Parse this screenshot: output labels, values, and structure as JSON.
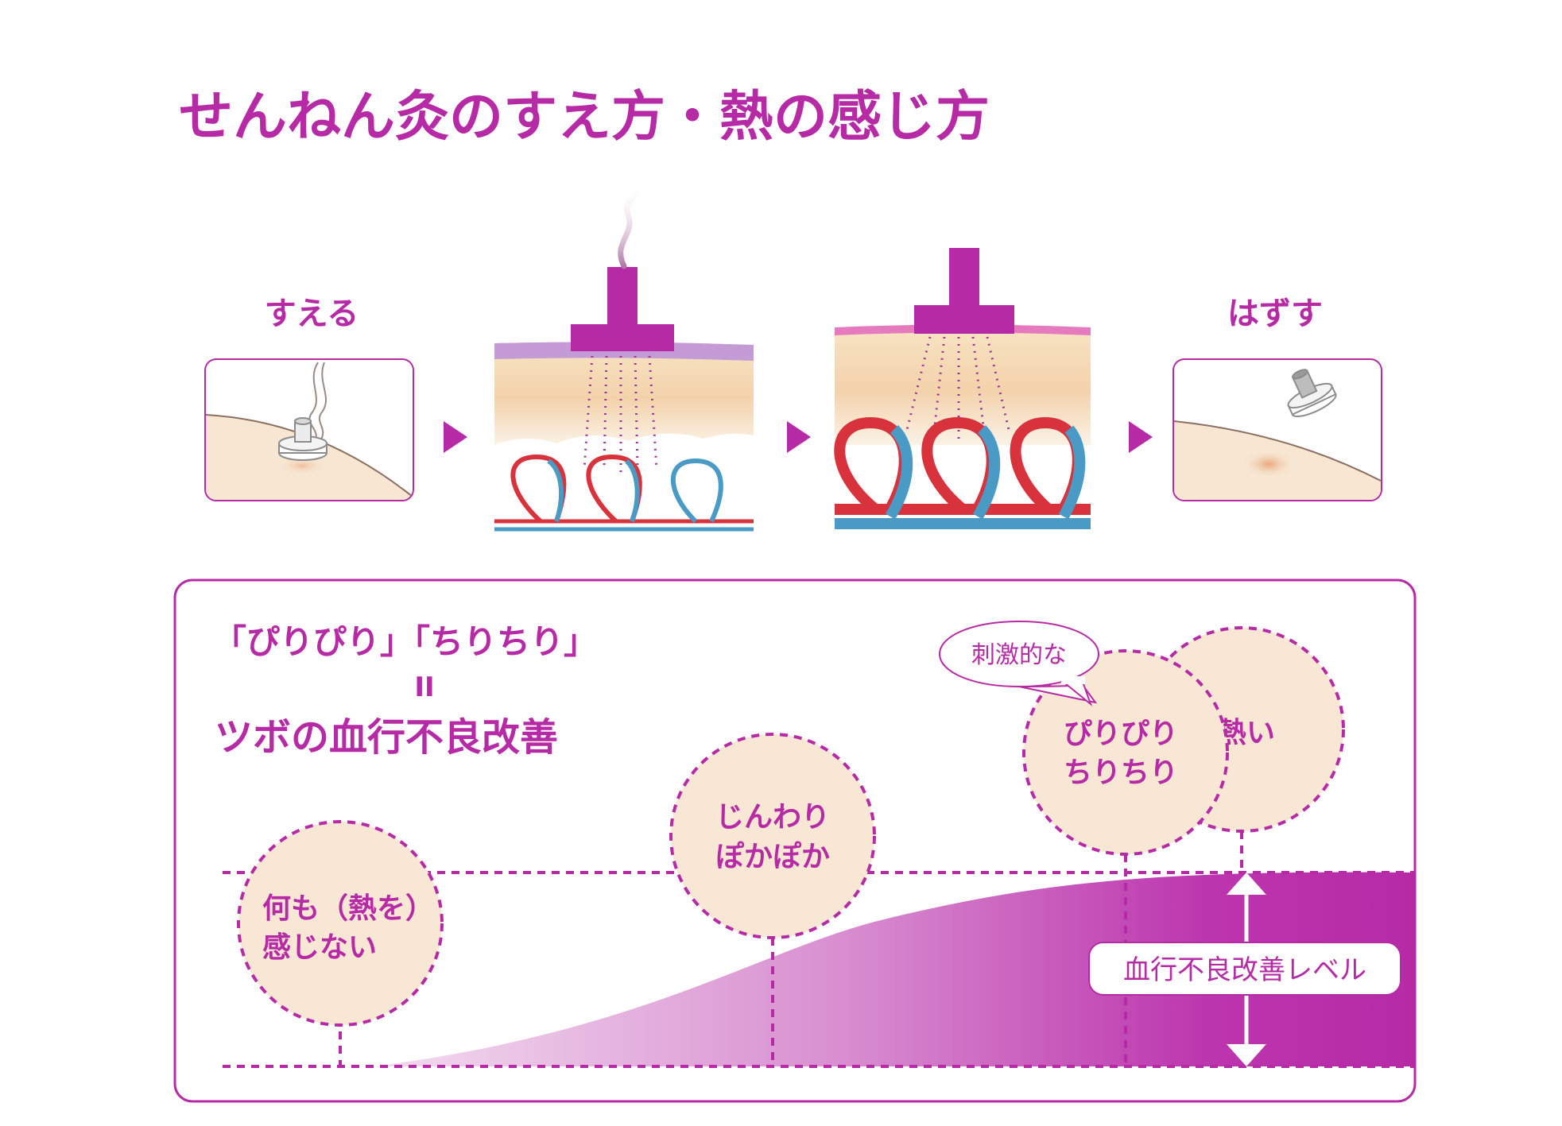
{
  "title": "せんねん灸のすえ方・熱の感じ方",
  "steps": {
    "place": "すえる",
    "remove": "はずす"
  },
  "explanation": {
    "line1": "「ぴりぴり」「ちりちり」",
    "equals": "II",
    "line2": "ツボの血行不良改善"
  },
  "sensations": [
    {
      "line1": "何も（熱を）",
      "line2": "感じない"
    },
    {
      "line1": "じんわり",
      "line2": "ぽかぽか"
    },
    {
      "line1": "ぴりぴり",
      "line2": "ちりちり"
    },
    {
      "line1": "熱い",
      "line2": ""
    }
  ],
  "speech_bubble": "刺激的な",
  "level_label": "血行不良改善レベル",
  "colors": {
    "accent": "#b62aa6",
    "artery": "#d8333d",
    "vein": "#4a9ac6",
    "skin": "#f8ead8",
    "circle_fill": "#f9e7d6"
  }
}
